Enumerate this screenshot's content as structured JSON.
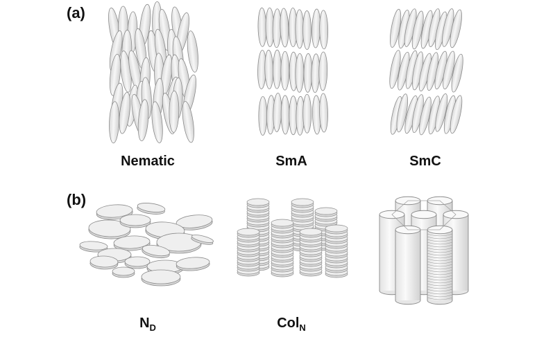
{
  "panels": {
    "a": {
      "label": "(a)"
    },
    "b": {
      "label": "(b)"
    }
  },
  "phases": {
    "nematic": {
      "label": "Nematic"
    },
    "sma": {
      "label": "SmA"
    },
    "smc": {
      "label": "SmC"
    },
    "nd": {
      "label_main": "N",
      "label_sub": "D"
    },
    "coln": {
      "label_main": "Col",
      "label_sub": "N"
    },
    "colh": {
      "label": ""
    }
  },
  "colors": {
    "fill": "#efefef",
    "fill_dark": "#d9d9d9",
    "stroke": "#8a8a8a",
    "background": "#ffffff"
  }
}
